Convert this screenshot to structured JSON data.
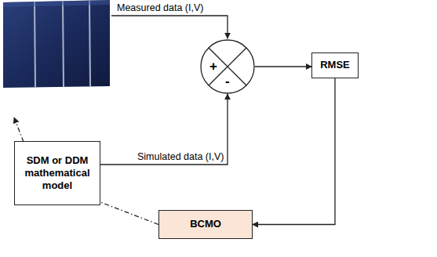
{
  "diagram": {
    "nodes": [
      {
        "text": [
          "+",
          "-"
        ]
      },
      {
        "text": [
          "RMSE"
        ]
      },
      {
        "text": [
          "SDM or DDM mathematical model"
        ]
      },
      {
        "text": [
          "BCMO"
        ]
      }
    ],
    "edges": [
      {
        "from": 0,
        "to": 1,
        "arrow": "to"
      },
      {
        "from": 1,
        "to": 3,
        "arrow": "to"
      },
      {
        "from": 3,
        "to": 2,
        "arrow": "none"
      },
      {
        "from": 2,
        "to": 0,
        "arrow": "to",
        "label": "Simulated data (I,V)"
      }
    ],
    "labels": [
      "Measured data (I,V)"
    ]
  }
}
